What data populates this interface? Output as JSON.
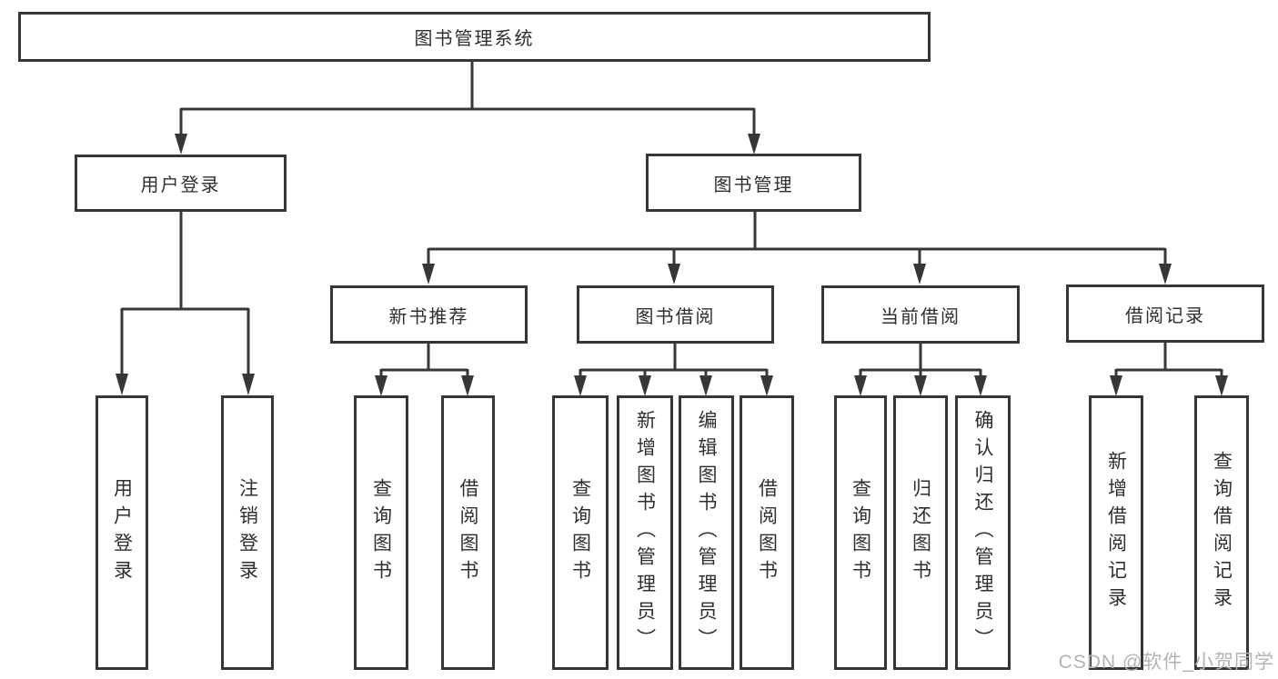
{
  "diagram_title": "图书管理系统",
  "tree": {
    "label": "图书管理系统",
    "children": [
      {
        "label": "用户登录",
        "children": [
          {
            "label": "用户登录"
          },
          {
            "label": "注销登录"
          }
        ]
      },
      {
        "label": "图书管理",
        "children": [
          {
            "label": "新书推荐",
            "children": [
              {
                "label": "查询图书"
              },
              {
                "label": "借阅图书"
              }
            ]
          },
          {
            "label": "图书借阅",
            "children": [
              {
                "label": "查询图书"
              },
              {
                "label": "新增图书（管理员）"
              },
              {
                "label": "编辑图书（管理员）"
              },
              {
                "label": "借阅图书"
              }
            ]
          },
          {
            "label": "当前借阅",
            "children": [
              {
                "label": "查询图书"
              },
              {
                "label": "归还图书"
              },
              {
                "label": "确认归还（管理员）"
              }
            ]
          },
          {
            "label": "借阅记录",
            "children": [
              {
                "label": "新增借阅记录"
              },
              {
                "label": "查询借阅记录"
              }
            ]
          }
        ]
      }
    ]
  },
  "watermark": {
    "text": "CSDN @软件_小贺同学"
  },
  "colors": {
    "line": "#373737",
    "box_border": "#363636",
    "text": "#2f2f2f",
    "background": "#ffffff",
    "watermark": "#b3b3b3"
  }
}
